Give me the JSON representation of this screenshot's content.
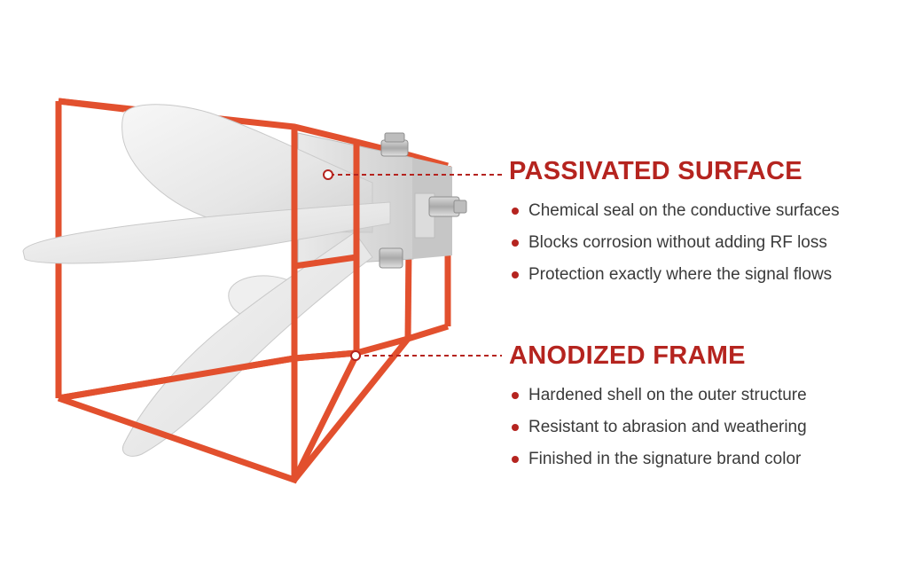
{
  "colors": {
    "accent": "#b5241f",
    "frame": "#e2502e",
    "body_text": "#3a3a3a"
  },
  "sections": [
    {
      "heading": "PASSIVATED SURFACE",
      "bullets": [
        "Chemical seal on the conductive surfaces",
        "Blocks corrosion without adding RF loss",
        "Protection exactly where the signal flows"
      ]
    },
    {
      "heading": "ANODIZED FRAME",
      "bullets": [
        "Hardened shell on the outer structure",
        "Resistant to abrasion and weathering",
        "Finished in the signature brand color"
      ]
    }
  ],
  "icons": [
    "bullet-dot-icon",
    "callout-pin-icon"
  ]
}
